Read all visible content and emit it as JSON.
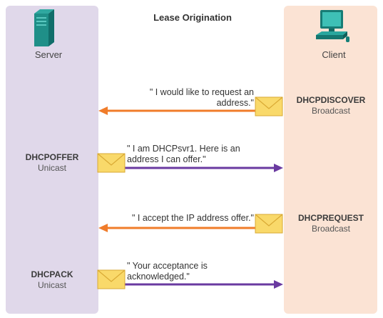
{
  "title": "Lease Origination",
  "server": {
    "label": "Server",
    "icon": "server-tower-icon"
  },
  "client": {
    "label": "Client",
    "icon": "desktop-computer-icon"
  },
  "messages": [
    {
      "name": "DHCPDISCOVER",
      "mode": "Broadcast",
      "quote_line1": "\" I would like to request an",
      "quote_line2": "address.\"",
      "from": "client",
      "to": "server"
    },
    {
      "name": "DHCPOFFER",
      "mode": "Unicast",
      "quote_line1": "\" I am DHCPsvr1. Here is an",
      "quote_line2": "address I can offer.\"",
      "from": "server",
      "to": "client"
    },
    {
      "name": "DHCPREQUEST",
      "mode": "Broadcast",
      "quote_line1": "\" I accept the IP address offer.\"",
      "quote_line2": "",
      "from": "client",
      "to": "server"
    },
    {
      "name": "DHCPACK",
      "mode": "Unicast",
      "quote_line1": "\" Your acceptance is",
      "quote_line2": "acknowledged.\"",
      "from": "server",
      "to": "client"
    }
  ],
  "colors": {
    "to_server_arrow": "#f07c2a",
    "to_client_arrow": "#6a3aa0",
    "envelope": "#f9d96a"
  }
}
